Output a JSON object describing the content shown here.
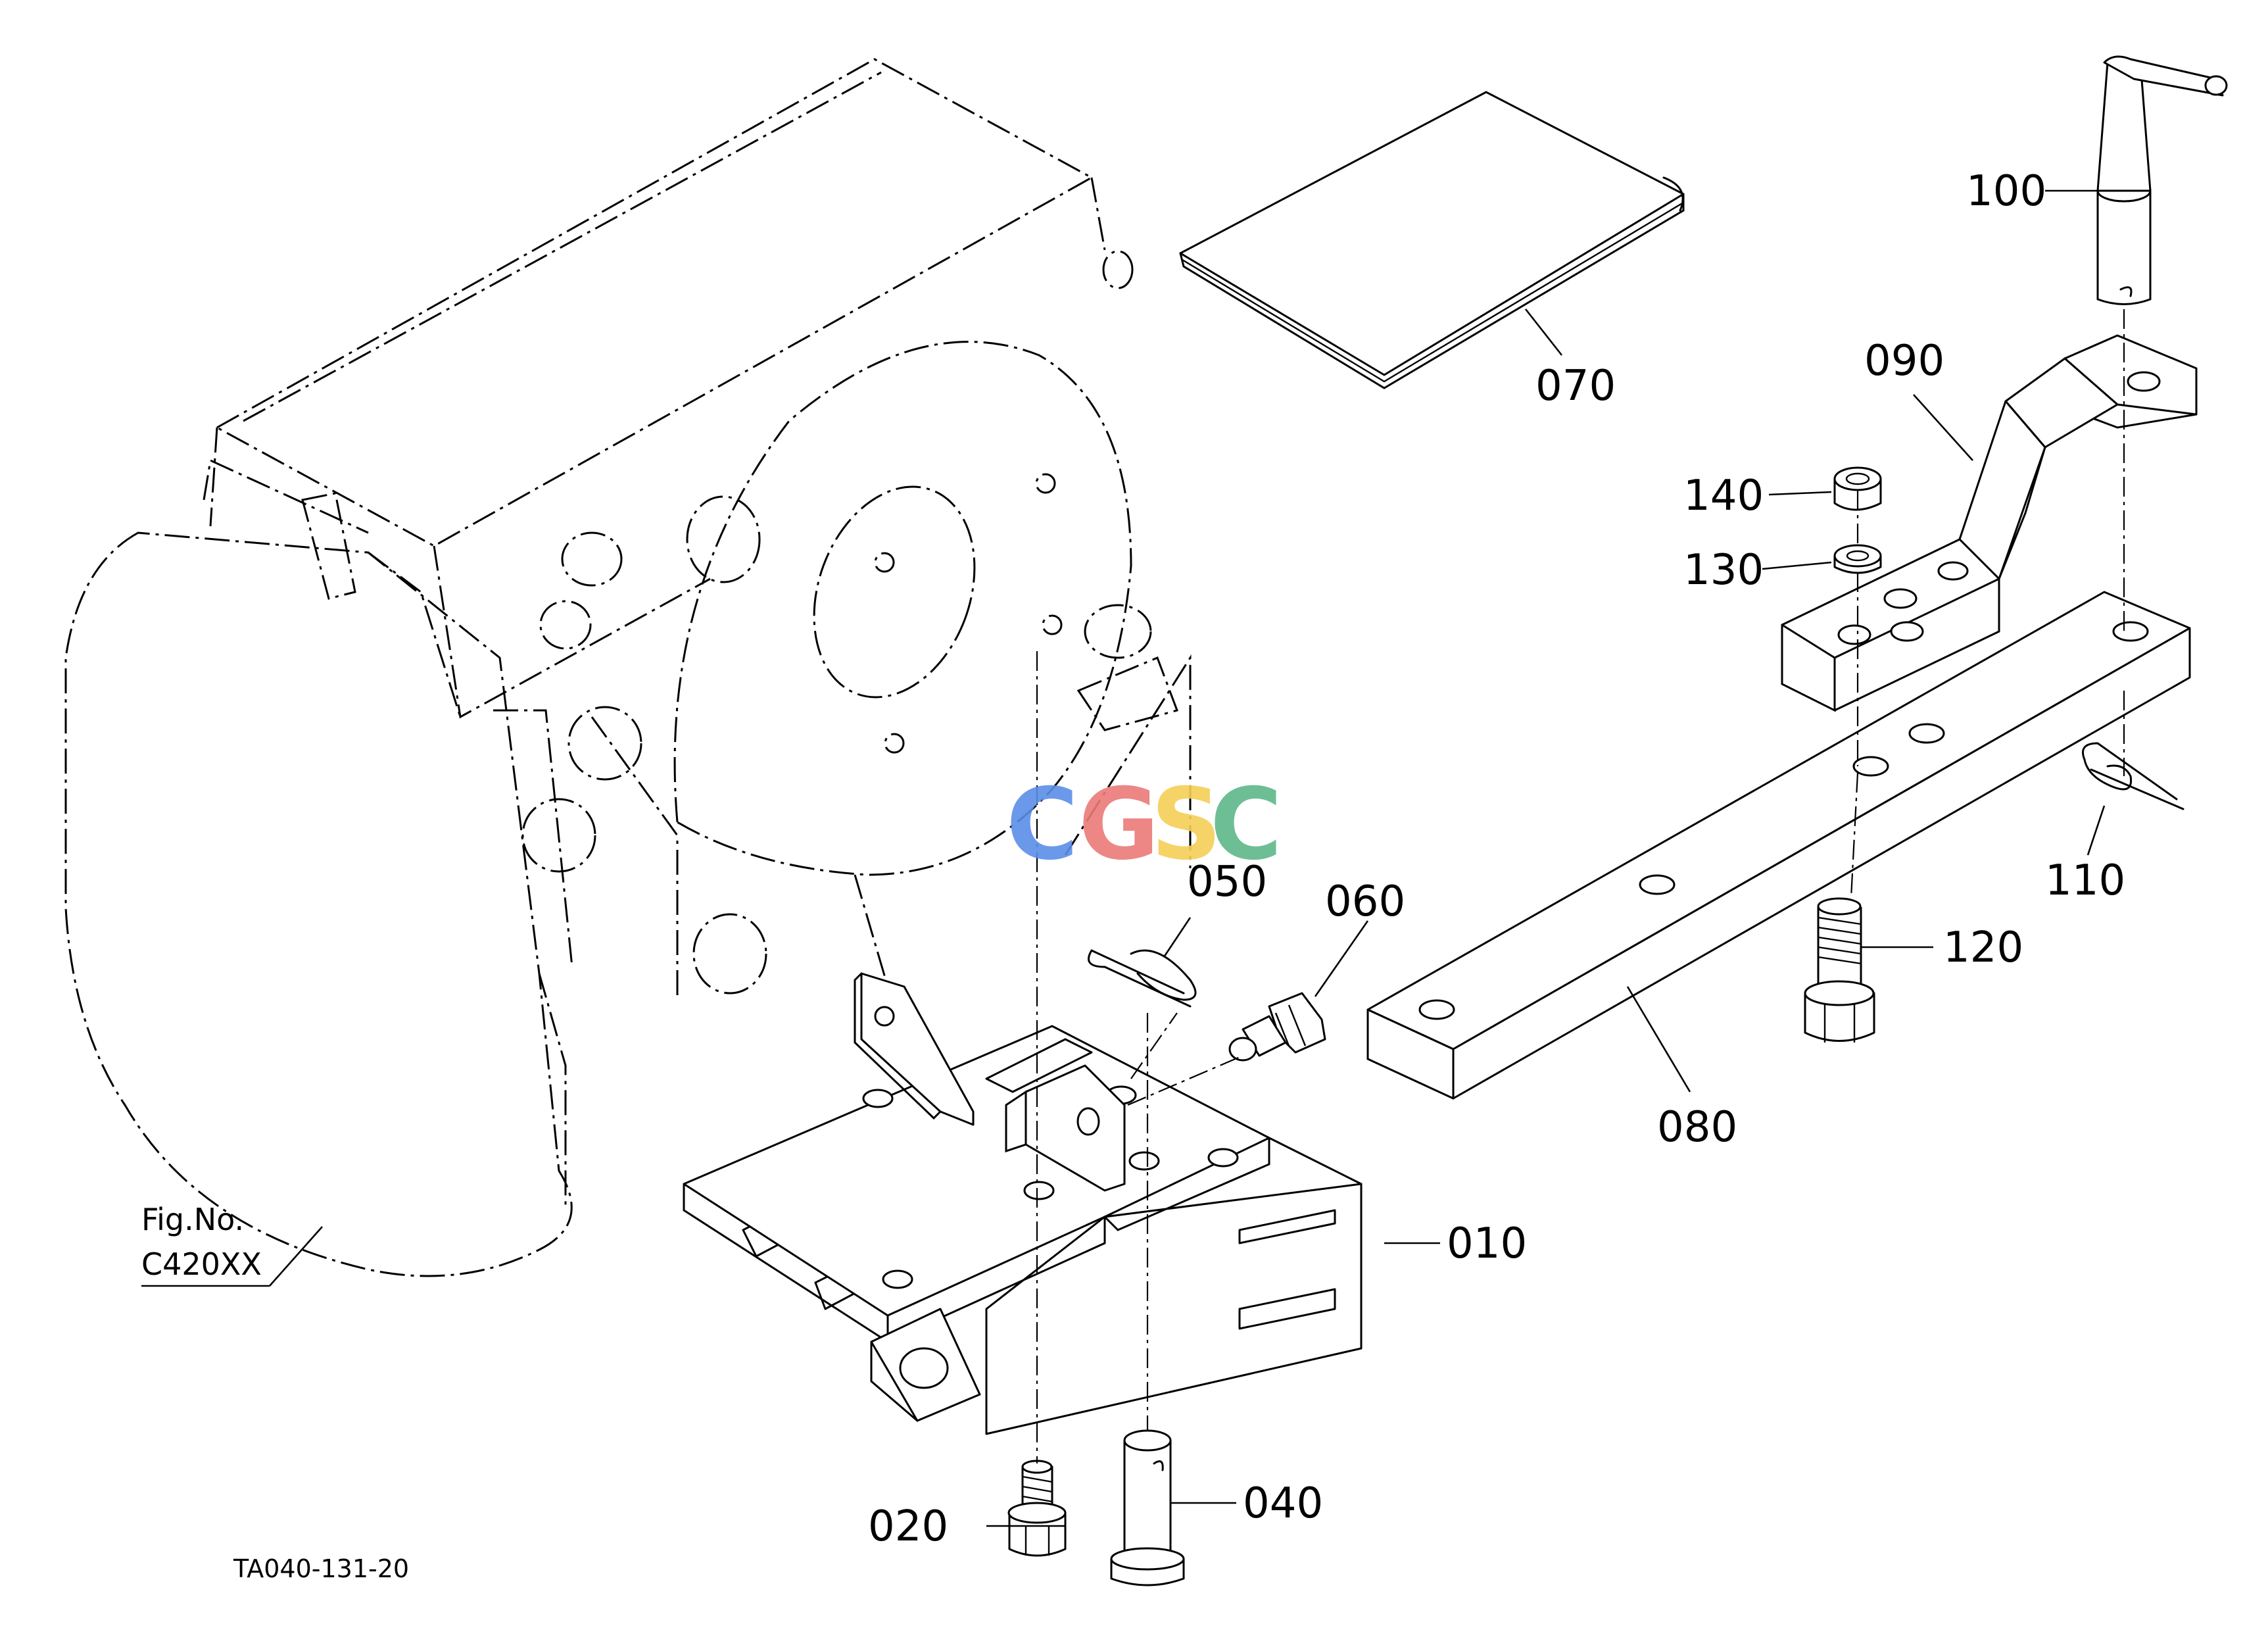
{
  "figure": {
    "fig_label": "Fig.No.",
    "fig_number": "C420XX",
    "drawing_code": "TA040-131-20"
  },
  "callouts": {
    "p010": "010",
    "p020": "020",
    "p040": "040",
    "p050": "050",
    "p060": "060",
    "p070": "070",
    "p080": "080",
    "p090": "090",
    "p100": "100",
    "p110": "110",
    "p120": "120",
    "p130": "130",
    "p140": "140"
  },
  "watermark": {
    "letters": [
      "C",
      "G",
      "S",
      "C"
    ],
    "colors": [
      "#5b8ee8",
      "#ea7b78",
      "#f5cf56",
      "#5fb88a"
    ]
  }
}
